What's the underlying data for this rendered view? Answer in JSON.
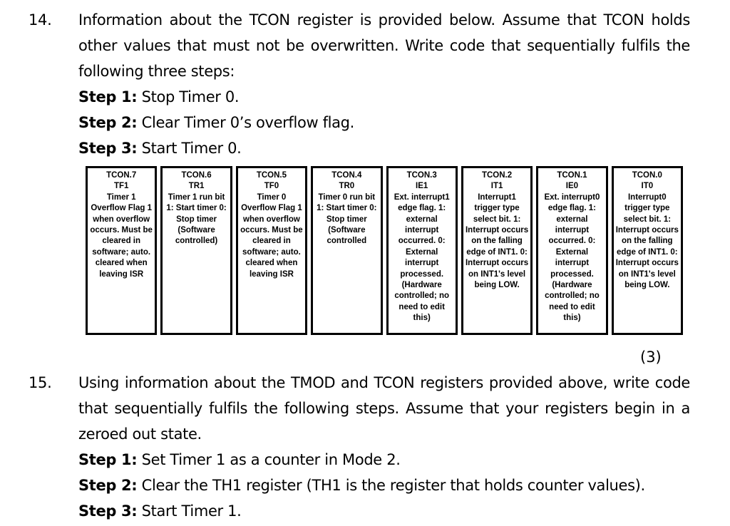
{
  "page": {
    "background": "#ffffff",
    "text_color": "#000000"
  },
  "questions": [
    {
      "number": "14.",
      "paragraph": "Information about the TCON register is provided below. Assume that TCON holds other values that must not be overwritten. Write code that sequentially fulfils the following three steps:",
      "steps": [
        {
          "label": "Step 1:",
          "text": "Stop Timer 0."
        },
        {
          "label": "Step 2:",
          "text": "Clear Timer 0’s overflow flag."
        },
        {
          "label": "Step 3:",
          "text": "Start Timer 0."
        }
      ],
      "marks": "(3)"
    },
    {
      "number": "15.",
      "paragraph": "Using information about the TMOD and TCON registers provided above, write code that sequentially fulfils the following steps. Assume that your registers begin in a zeroed out state.",
      "steps": [
        {
          "label": "Step 1:",
          "text": "Set Timer 1 as a counter in Mode 2."
        },
        {
          "label": "Step 2:",
          "text": "Clear the TH1 register (TH1 is the register that holds counter values)."
        },
        {
          "label": "Step 3:",
          "text": "Start Timer 1."
        }
      ]
    }
  ],
  "tcon_table": {
    "cells": [
      {
        "bit": "TCON.7",
        "name": "TF1",
        "description": "Timer 1 Overflow Flag 1 when overflow occurs. Must be cleared in software; auto. cleared when leaving ISR"
      },
      {
        "bit": "TCON.6",
        "name": "TR1",
        "description": "Timer 1 run bit 1: Start timer 0: Stop timer (Software controlled)"
      },
      {
        "bit": "TCON.5",
        "name": "TF0",
        "description": "Timer 0 Overflow Flag 1 when overflow occurs. Must be cleared in software; auto. cleared when leaving ISR"
      },
      {
        "bit": "TCON.4",
        "name": "TR0",
        "description": "Timer 0 run bit 1: Start timer 0: Stop timer (Software controlled"
      },
      {
        "bit": "TCON.3",
        "name": "IE1",
        "description": "Ext. interrupt1 edge flag. 1: external interrupt occurred. 0: External interrupt processed. (Hardware controlled; no need to edit this)"
      },
      {
        "bit": "TCON.2",
        "name": "IT1",
        "description": "Interrupt1 trigger type select bit. 1: Interrupt occurs on the falling edge of INT1. 0: Interrupt occurs on INT1's level being LOW."
      },
      {
        "bit": "TCON.1",
        "name": "IE0",
        "description": "Ext. interrupt0 edge flag. 1: external interrupt occurred. 0: External interrupt processed. (Hardware controlled; no need to edit this)"
      },
      {
        "bit": "TCON.0",
        "name": "IT0",
        "description": "Interrupt0 trigger type select bit. 1: Interrupt occurs on the falling edge of INT1. 0: Interrupt occurs on INT1's level being LOW."
      }
    ]
  }
}
